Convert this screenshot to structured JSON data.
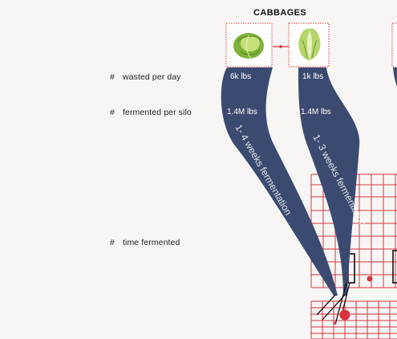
{
  "header": {
    "title": "CABBAGES"
  },
  "row_labels": [
    {
      "hash": "#",
      "text": "wasted per day"
    },
    {
      "hash": "#",
      "text": "fermented per silo"
    },
    {
      "hash": "#",
      "text": "time fermented"
    }
  ],
  "items": [
    {
      "wasted": "6k lbs",
      "fermented": "1.4M lbs",
      "duration": "1- 4 weeks fermentation",
      "icon": "round-cabbage-icon"
    },
    {
      "wasted": "1k lbs",
      "fermented": "1.4M lbs",
      "duration": "1- 3 weeks fermentation",
      "icon": "napa-cabbage-icon"
    }
  ],
  "colors": {
    "flow": "#3b4a70",
    "grid": "#d8333f",
    "accent": "#d8333f",
    "cabbage_green": "#8bc34a"
  }
}
